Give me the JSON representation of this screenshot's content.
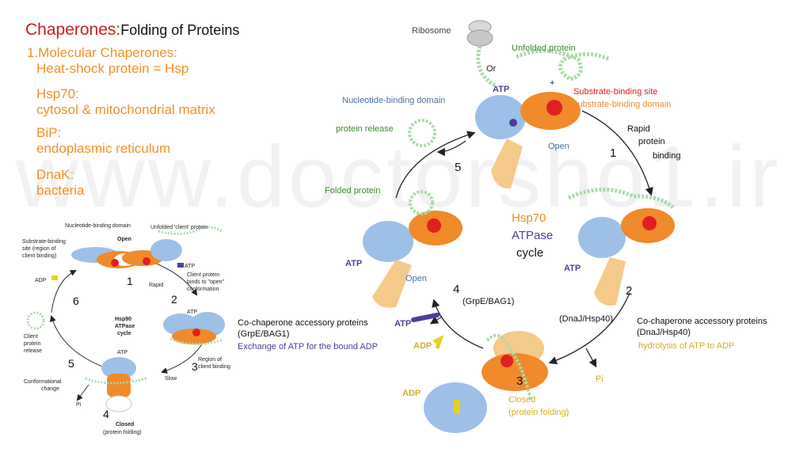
{
  "header": {
    "title_red": "Chaperones:",
    "title_black": "Folding of Proteins",
    "line1": "1.Molecular Chaperones:",
    "line2": "Heat-shock protein = Hsp",
    "hsp70_head": "Hsp70:",
    "hsp70_desc": "cytosol & mitochondrial matrix",
    "bip_head": "BiP:",
    "bip_desc": "endoplasmic reticulum",
    "dnak_head": "DnaK:",
    "dnak_desc": "bacteria"
  },
  "watermark": "www.doctorsho1.ir",
  "hsp90_cycle": {
    "nbd": "Nucleotide-binding domain",
    "open": "Open",
    "unfolded": "Unfolded 'client' protein",
    "sbs1": "Substrate-binding",
    "sbs2": "site (region of",
    "sbs3": "client binding)",
    "atp_top": "ATP",
    "client_binds1": "Client protein",
    "client_binds2": "binds to \"open\"",
    "client_binds3": "conformation",
    "rapid": "Rapid",
    "adp": "ADP",
    "center1": "Hsp90",
    "center2": "ATPase",
    "center3": "cycle",
    "atp_mid": "ATP",
    "region1": "Region of",
    "region2": "client binding",
    "slow": "Slow",
    "atp_low": "ATP",
    "release1": "Client",
    "release2": "protein",
    "release3": "release",
    "conf1": "Conformational",
    "conf2": "change",
    "pi": "Pi",
    "closed": "Closed",
    "folding": "(protein folding)",
    "steps": [
      "1",
      "2",
      "3",
      "4",
      "5",
      "6"
    ]
  },
  "hsp70_cycle": {
    "ribosome": "Ribosome",
    "or": "Or",
    "unfolded": "Unfolded protein",
    "plus": "+",
    "atp_top": "ATP",
    "sbsite": "Substrate-binding site",
    "sbdomain": "Substrate-binding domain",
    "nbd": "Nucleotide-binding domain",
    "open_top": "Open",
    "rapid": "Rapid",
    "protein": "protein",
    "binding": "binding",
    "release": "protein release",
    "folded": "Folded protein",
    "center1": "Hsp70",
    "center2": "ATPase",
    "center3": "cycle",
    "atp_left": "ATP",
    "open_left": "Open",
    "atp_right": "ATP",
    "grpe": "(GrpE/BAG1)",
    "dnaj": "(DnaJ/Hsp40)",
    "cochap_left1": "Co-chaperone accessory proteins",
    "cochap_left2": "(GrpE/BAG1)",
    "exchange": "Exchange of ATP for the bound ADP",
    "atp_bottom": "ATP",
    "adp_bottom": "ADP",
    "cochap_right1": "Co-chaperone accessory proteins",
    "cochap_right2": "(DnaJ/Hsp40)",
    "hydrolysis": "hydrolysis of ATP to ADP",
    "pi": "Pi",
    "adp_low": "ADP",
    "closed": "Closed",
    "folding": "(protein folding)",
    "steps": [
      "1",
      "2",
      "3",
      "4",
      "5"
    ]
  },
  "colors": {
    "title_red": "#c8201e",
    "orange_text": "#f0902a",
    "blue_label": "#4a6fa5",
    "purple_atp": "#4b3f9a",
    "green_label": "#3a8a2a",
    "yellow_label": "#d4b020",
    "protein_blue": "#9cc0e8",
    "protein_orange": "#f08a2a",
    "protein_tan": "#f5c98a",
    "protein_red": "#e02020",
    "chain_green": "#a8dca8"
  }
}
